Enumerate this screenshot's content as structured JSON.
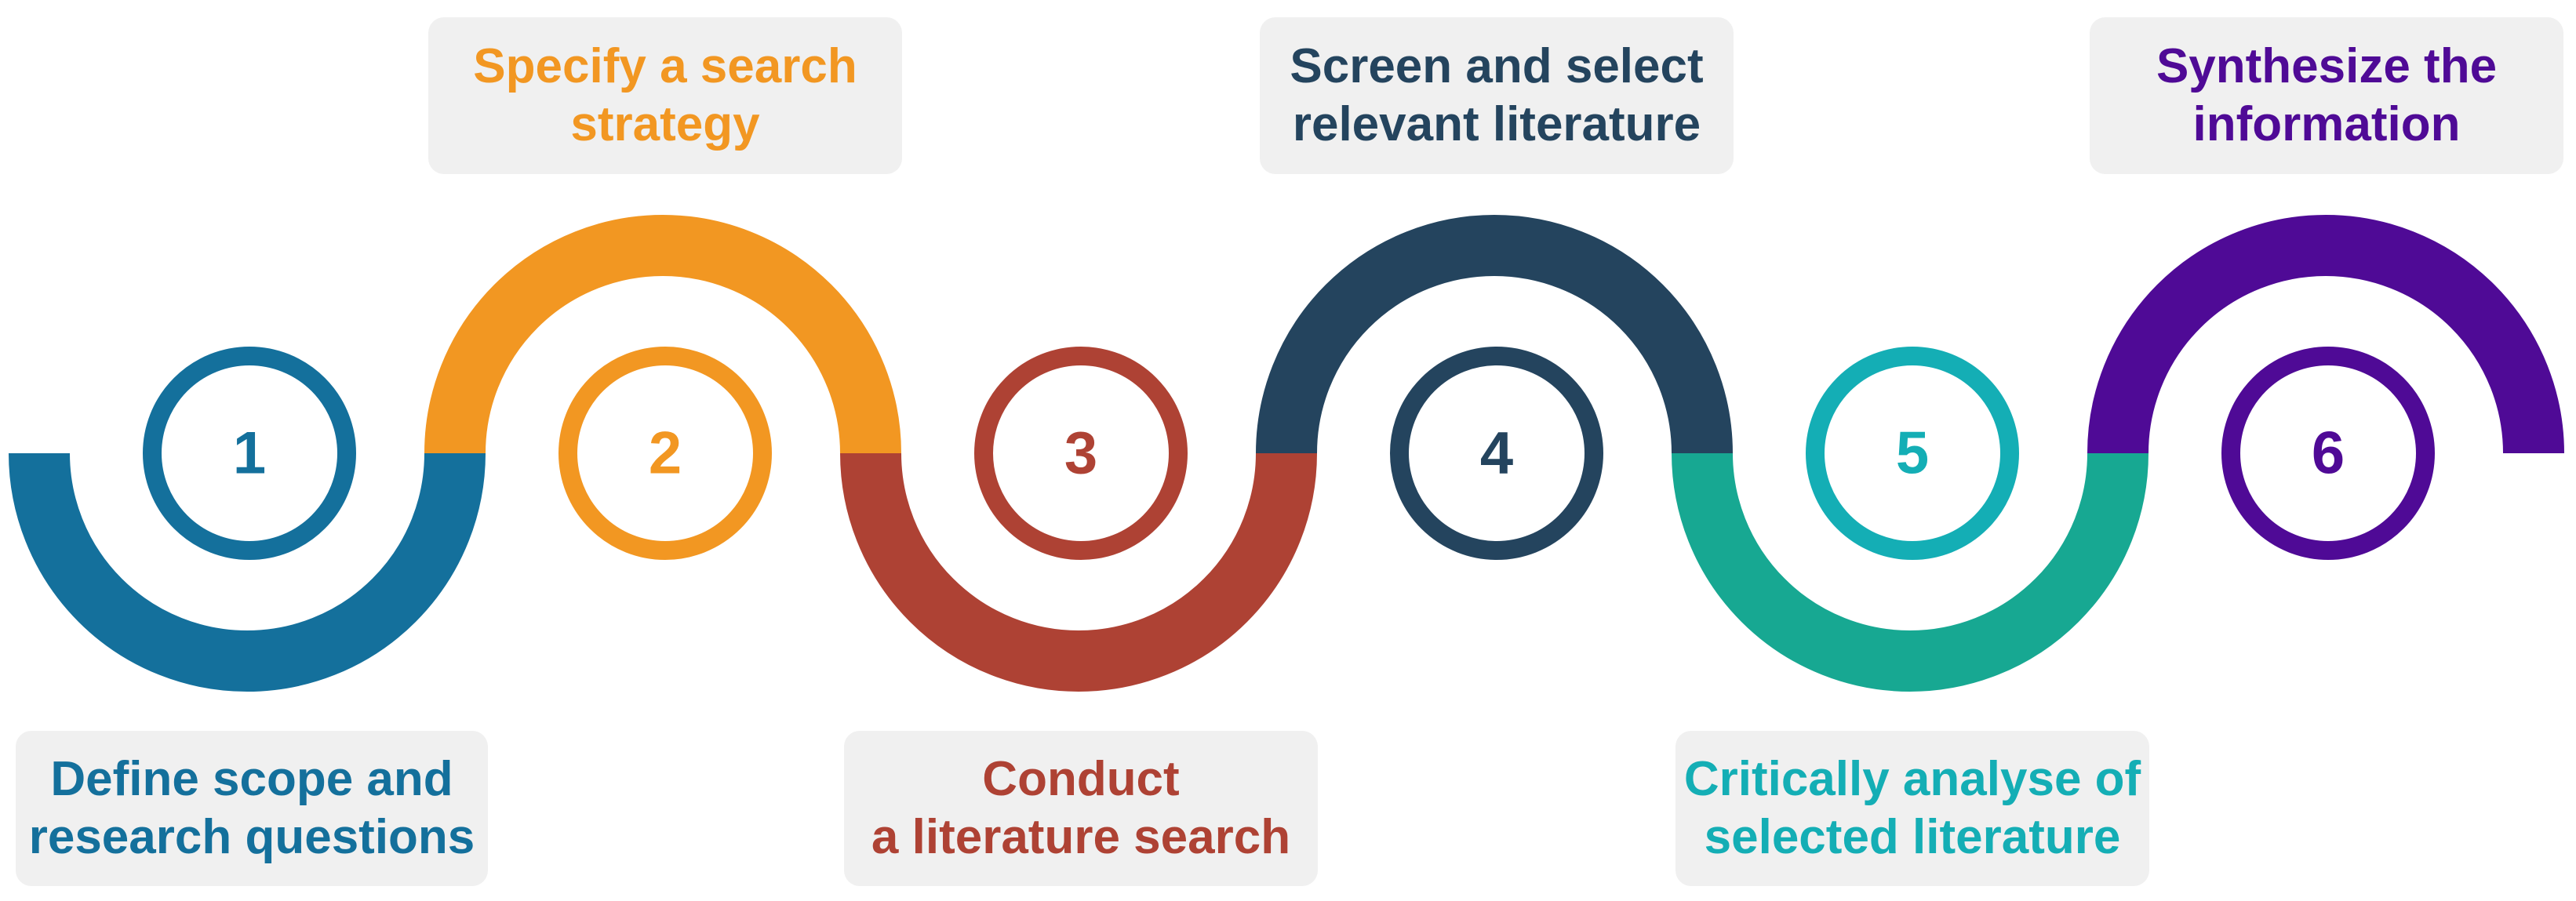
{
  "steps": [
    {
      "number": "1",
      "line1": "Define scope and",
      "line2": "research questions",
      "color": "#14709c"
    },
    {
      "number": "2",
      "line1": "Specify a search",
      "line2": "strategy",
      "color": "#f29722"
    },
    {
      "number": "3",
      "line1": "Conduct",
      "line2": "a literature search",
      "color": "#ae4234"
    },
    {
      "number": "4",
      "line1": "Screen and select",
      "line2": "relevant literature",
      "color": "#24445e"
    },
    {
      "number": "5",
      "line1": "Critically analyse of",
      "line2": "selected literature",
      "color": "#14aeb5"
    },
    {
      "number": "6",
      "line1": "Synthesize the",
      "line2": "information",
      "color": "#4f0a96"
    }
  ],
  "colors": {
    "box_background": "#f0f0f0",
    "arc5": "#17a892"
  }
}
